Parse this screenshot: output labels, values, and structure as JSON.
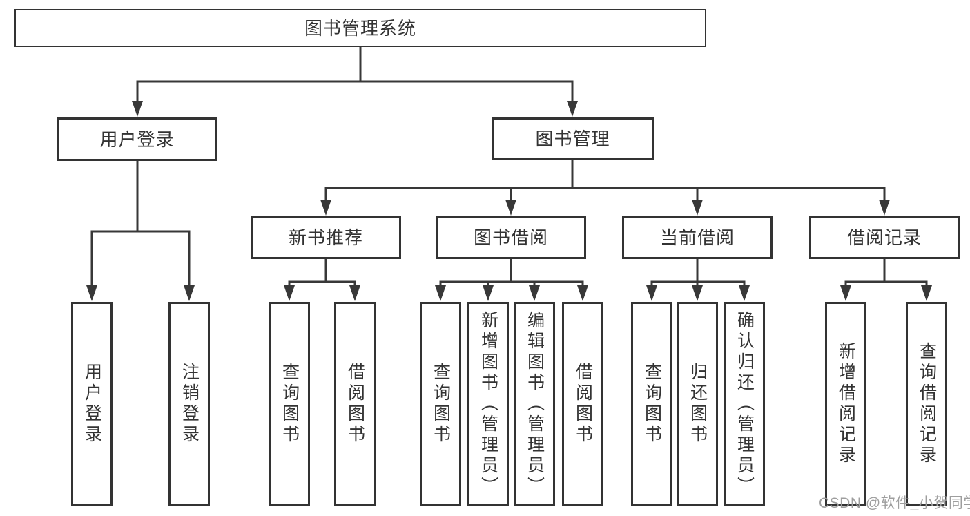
{
  "colors": {
    "background": "#ffffff",
    "line": "#383838",
    "box_border": "#333333",
    "box_fill": "#ffffff",
    "text": "#333333",
    "watermark": "#9e9e9e"
  },
  "diagram": {
    "tree": {
      "label": "图书管理系统",
      "children": [
        {
          "label": "用户登录",
          "children": [
            {
              "label": "用户登录"
            },
            {
              "label": "注销登录"
            }
          ]
        },
        {
          "label": "图书管理",
          "children": [
            {
              "label": "新书推荐",
              "children": [
                {
                  "label": "查询图书"
                },
                {
                  "label": "借阅图书"
                }
              ]
            },
            {
              "label": "图书借阅",
              "children": [
                {
                  "label": "查询图书"
                },
                {
                  "label": "新增图书（管理员）"
                },
                {
                  "label": "编辑图书（管理员）"
                },
                {
                  "label": "借阅图书"
                }
              ]
            },
            {
              "label": "当前借阅",
              "children": [
                {
                  "label": "查询图书"
                },
                {
                  "label": "归还图书"
                },
                {
                  "label": "确认归还（管理员）"
                }
              ]
            },
            {
              "label": "借阅记录",
              "children": [
                {
                  "label": "新增借阅记录"
                },
                {
                  "label": "查询借阅记录"
                }
              ]
            }
          ]
        }
      ]
    },
    "watermark": "CSDN @软件_小贺同学"
  }
}
